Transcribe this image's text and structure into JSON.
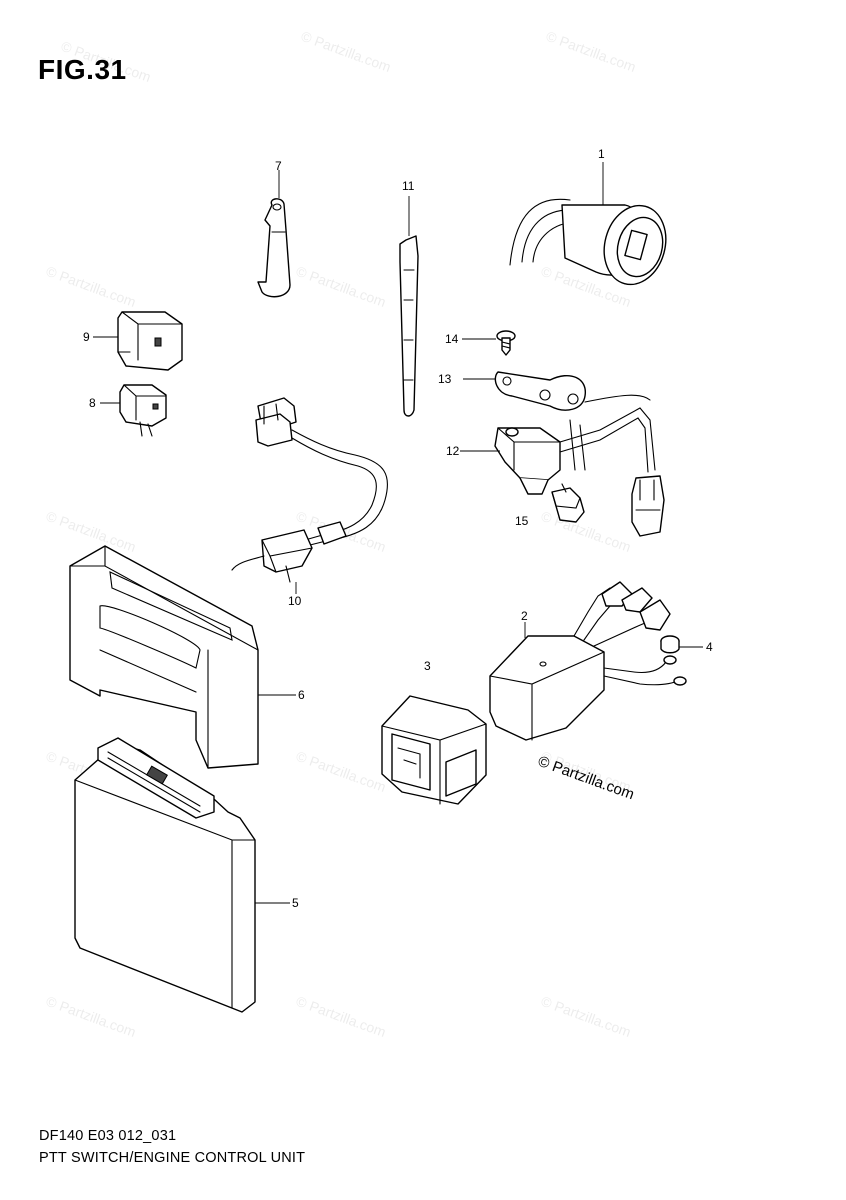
{
  "figure": {
    "title": "FIG.31",
    "footer_code": "DF140 E03 012_031",
    "footer_title": "PTT SWITCH/ENGINE CONTROL UNIT",
    "credit": "© Partzilla.com",
    "watermark": "© Partzilla.com"
  },
  "callouts": [
    {
      "id": "1",
      "label": "1"
    },
    {
      "id": "2",
      "label": "2"
    },
    {
      "id": "3",
      "label": "3"
    },
    {
      "id": "4",
      "label": "4"
    },
    {
      "id": "5",
      "label": "5"
    },
    {
      "id": "6",
      "label": "6"
    },
    {
      "id": "7",
      "label": "7"
    },
    {
      "id": "8",
      "label": "8"
    },
    {
      "id": "9",
      "label": "9"
    },
    {
      "id": "10",
      "label": "10"
    },
    {
      "id": "11",
      "label": "11"
    },
    {
      "id": "12",
      "label": "12"
    },
    {
      "id": "13",
      "label": "13"
    },
    {
      "id": "14",
      "label": "14"
    },
    {
      "id": "15",
      "label": "15"
    }
  ]
}
